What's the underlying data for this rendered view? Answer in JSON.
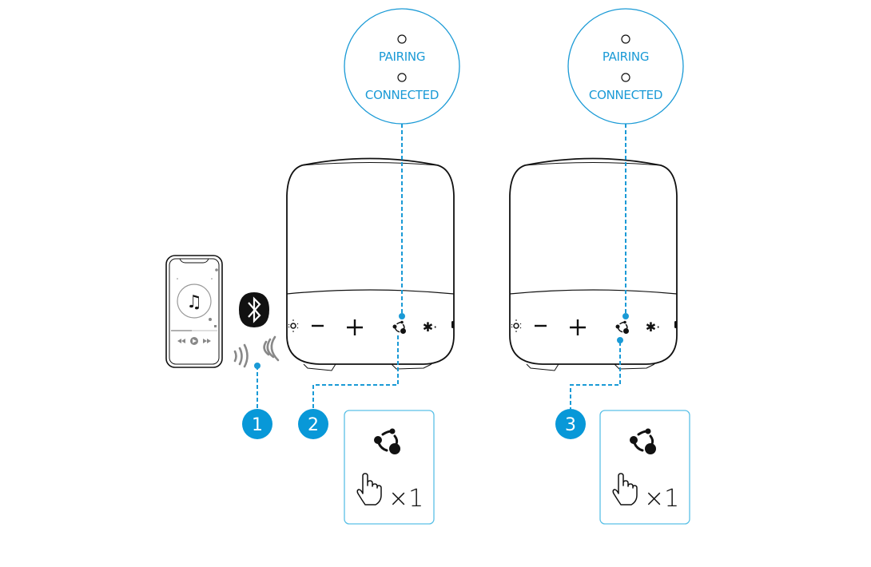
{
  "colors": {
    "accent": "#1a9ad6",
    "step_badge": "#0898d8",
    "outline": "#111111",
    "box_border": "#5ac0e6"
  },
  "speakers": [
    {
      "id": "speaker-1",
      "indicator": {
        "pairing_label": "PAIRING",
        "connected_label": "CONNECTED"
      },
      "buttons": [
        "light-icon",
        "volume-down-icon",
        "volume-up-icon",
        "partyCast-icon",
        "bluetooth-icon"
      ]
    },
    {
      "id": "speaker-2",
      "indicator": {
        "pairing_label": "PAIRING",
        "connected_label": "CONNECTED"
      },
      "buttons": [
        "light-icon",
        "volume-down-icon",
        "volume-up-icon",
        "partyCast-icon",
        "bluetooth-icon"
      ]
    }
  ],
  "phone": {
    "icon": "music-note-icon",
    "bluetooth_icon": "bluetooth-icon"
  },
  "steps": [
    {
      "number": "1"
    },
    {
      "number": "2",
      "instruction": {
        "icon": "partyCast-icon",
        "action_icon": "tap-hand-icon",
        "count": "×1"
      }
    },
    {
      "number": "3",
      "instruction": {
        "icon": "partyCast-icon",
        "action_icon": "tap-hand-icon",
        "count": "×1"
      }
    }
  ]
}
